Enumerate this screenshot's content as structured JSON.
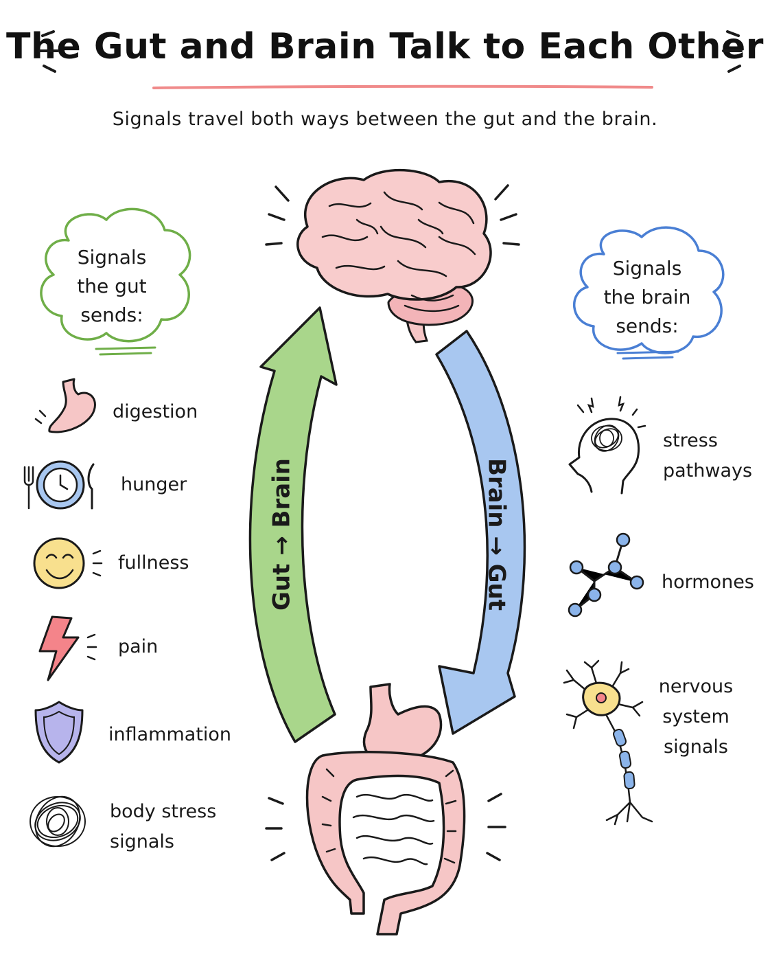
{
  "title": "The Gut and Brain Talk to Each Other",
  "subtitle": "Signals travel both ways between the gut and the brain.",
  "gut_panel": {
    "heading_lines": [
      "Signals",
      "the gut",
      "sends:"
    ],
    "accent_color": "#6fae48",
    "items": [
      {
        "label_lines": [
          "digestion"
        ],
        "icon": "stomach-icon"
      },
      {
        "label_lines": [
          "hunger"
        ],
        "icon": "plate-clock-icon"
      },
      {
        "label_lines": [
          "fullness"
        ],
        "icon": "smiley-face-icon"
      },
      {
        "label_lines": [
          "pain"
        ],
        "icon": "lightning-bolt-icon"
      },
      {
        "label_lines": [
          "inflammation"
        ],
        "icon": "shield-icon"
      },
      {
        "label_lines": [
          "body stress",
          "signals"
        ],
        "icon": "scribble-ball-icon"
      }
    ]
  },
  "brain_panel": {
    "heading_lines": [
      "Signals",
      "the brain",
      "sends:"
    ],
    "accent_color": "#4a7fd4",
    "items": [
      {
        "label_lines": [
          "stress",
          "pathways"
        ],
        "icon": "stressed-head-icon"
      },
      {
        "label_lines": [
          "hormones"
        ],
        "icon": "molecule-icon"
      },
      {
        "label_lines": [
          "nervous",
          "system",
          "signals"
        ],
        "icon": "neuron-icon"
      }
    ]
  },
  "arrows": {
    "gut_to_brain": {
      "label": "Gut → Brain",
      "color": "#a9d68b"
    },
    "brain_to_gut": {
      "label": "Brain → Gut",
      "color": "#a8c7f0"
    }
  },
  "colors": {
    "organ_pink": "#f6c6c6",
    "organ_outline": "#1a1a1a",
    "title_underline": "#f08a8a"
  }
}
